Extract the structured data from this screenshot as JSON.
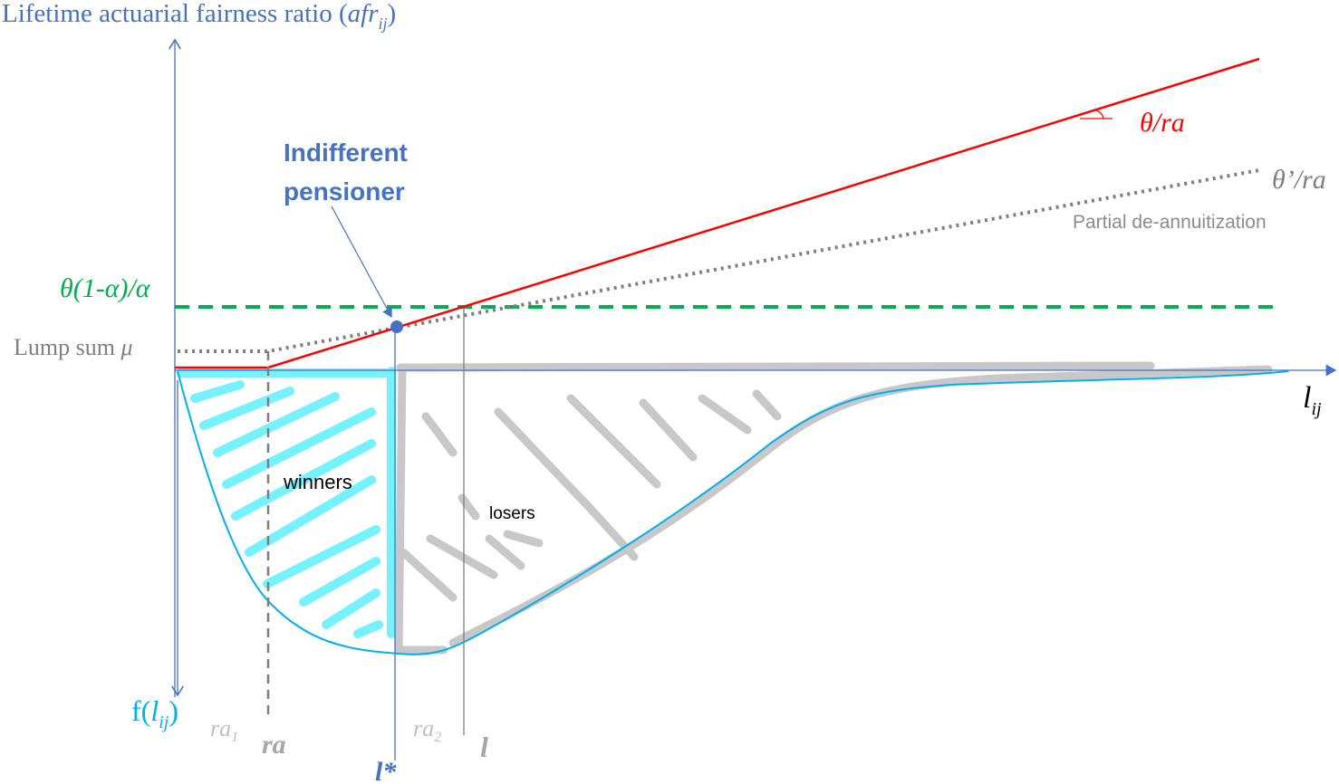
{
  "title": {
    "main": "Lifetime actuarial fairness ratio (",
    "var": "afr",
    "sub": "ij",
    "close": ")"
  },
  "indifferent": {
    "line1": "Indifferent",
    "line2": "pensioner"
  },
  "labels": {
    "theta_ra": "θ/ra",
    "theta_prime_ra": "θ’/ra",
    "partial": "Partial de-annuitization",
    "threshold": "θ(1-α)/α",
    "lump_sum": "Lump sum ",
    "mu": "μ",
    "x_axis_var": "l",
    "x_axis_sub": "ij",
    "winners": "winners",
    "losers": "losers",
    "density_f": "f(",
    "density_var": "l",
    "density_sub": "ij",
    "density_close": ")",
    "ra1": "ra",
    "ra1_sub": "1",
    "ra": "ra",
    "ra2": "ra",
    "ra2_sub": "2",
    "l": "l",
    "l_star": "l*"
  },
  "colors": {
    "axis": "#4472c4",
    "red": "#ff0000",
    "green": "#00b050",
    "gray": "#7f7f7f",
    "cyan": "#00b0f0",
    "cyan_fill": "#5ff0ff",
    "hatch_gray": "#c8c8c8"
  }
}
